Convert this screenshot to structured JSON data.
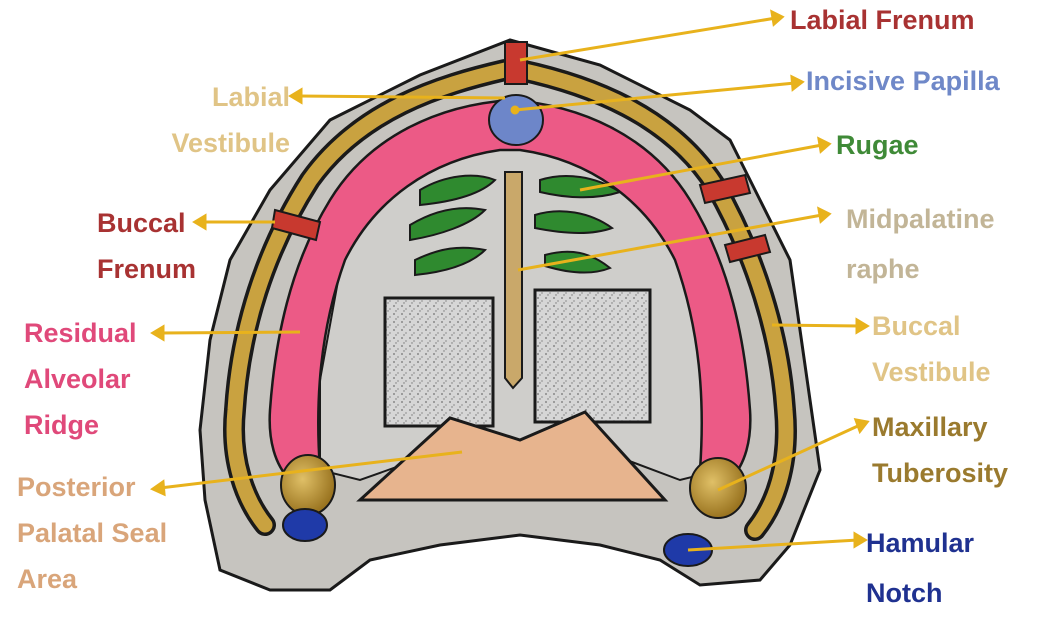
{
  "labels": {
    "labial_frenum": {
      "text": "Labial Frenum",
      "color": "#a83232"
    },
    "incisive_papilla": {
      "text": "Incisive Papilla",
      "color": "#6f88c8"
    },
    "rugae": {
      "text": "Rugae",
      "color": "#3f8a37"
    },
    "midpalatine_raphe": {
      "lines": [
        "Midpalatine",
        "raphe"
      ],
      "color": "#c2b597"
    },
    "buccal_vestibule": {
      "lines": [
        "Buccal",
        "Vestibule"
      ],
      "color": "#e0c486"
    },
    "maxillary_tuberosity": {
      "lines": [
        "Maxillary",
        "Tuberosity"
      ],
      "color": "#9a7a2e"
    },
    "hamular_notch": {
      "lines": [
        "Hamular",
        "Notch"
      ],
      "color": "#1f3190"
    },
    "labial_vestibule": {
      "lines": [
        "Labial",
        "Vestibule"
      ],
      "color": "#e0c486"
    },
    "buccal_frenum": {
      "lines": [
        "Buccal",
        "Frenum"
      ],
      "color": "#a83232"
    },
    "residual_alveolar_ridge": {
      "lines": [
        "Residual",
        "Alveolar",
        "Ridge"
      ],
      "color": "#e0497a"
    },
    "posterior_palatal_seal_area": {
      "lines": [
        "Posterior",
        "Palatal Seal",
        "Area"
      ],
      "color": "#d9a57a"
    }
  },
  "colors": {
    "arrow": "#e8b21c",
    "cast": "#c9c7c2",
    "ridge": "#ec5a86",
    "vestibule": "#c9a240",
    "frenum": "#c8392f",
    "papilla": "#6d86c9",
    "rugae": "#2f8a2f",
    "raphe": "#c9a86a",
    "seal_area": "#e7b48e",
    "tuberosity": "#b8912e",
    "hamular": "#1f3aa8",
    "outline": "#1a1a1a"
  }
}
